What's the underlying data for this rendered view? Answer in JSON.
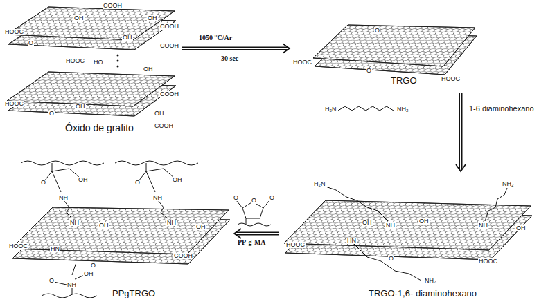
{
  "diagram": {
    "nodes": [
      {
        "text": [
          "Óxido de grafito"
        ]
      },
      {
        "text": [
          "TRGO"
        ]
      },
      {
        "text": [
          "TRGO-1,6- diaminohexano"
        ]
      },
      {
        "text": [
          "PPgTRGO"
        ]
      }
    ],
    "edges": [
      {
        "from": 0,
        "to": 1,
        "arrow": "to"
      },
      {
        "from": 1,
        "to": 2,
        "label": "1-6 diaminohexano",
        "arrow": "to"
      },
      {
        "from": 2,
        "to": 3,
        "label": "PP-g-MA",
        "arrow": "to"
      }
    ],
    "labels": [
      "1050 °C/Ar",
      "30 sec",
      "COOH",
      "OH",
      "OH",
      "COOH",
      "HOOC",
      "O",
      "OH",
      "COOH",
      "HOOC",
      "HO",
      "OH",
      "COOH",
      "HOOC",
      "O",
      "OH",
      "OH",
      "COOH",
      "O",
      "O",
      "HOOC",
      "HOOC",
      "H₂N",
      "NH₂",
      "O",
      "O",
      "O",
      "H₂N",
      "NH₂",
      "OH",
      "NH",
      "OH",
      "NH",
      "OH",
      "HOOC",
      "HN",
      "O",
      "HOOC",
      "NH₂",
      "O",
      "NH",
      "OH",
      "O",
      "NH",
      "OH",
      "NH",
      "OH",
      "NH",
      "OH",
      "HOOC",
      "HN",
      "COOH",
      "O",
      "O",
      "NH",
      "OH"
    ]
  }
}
